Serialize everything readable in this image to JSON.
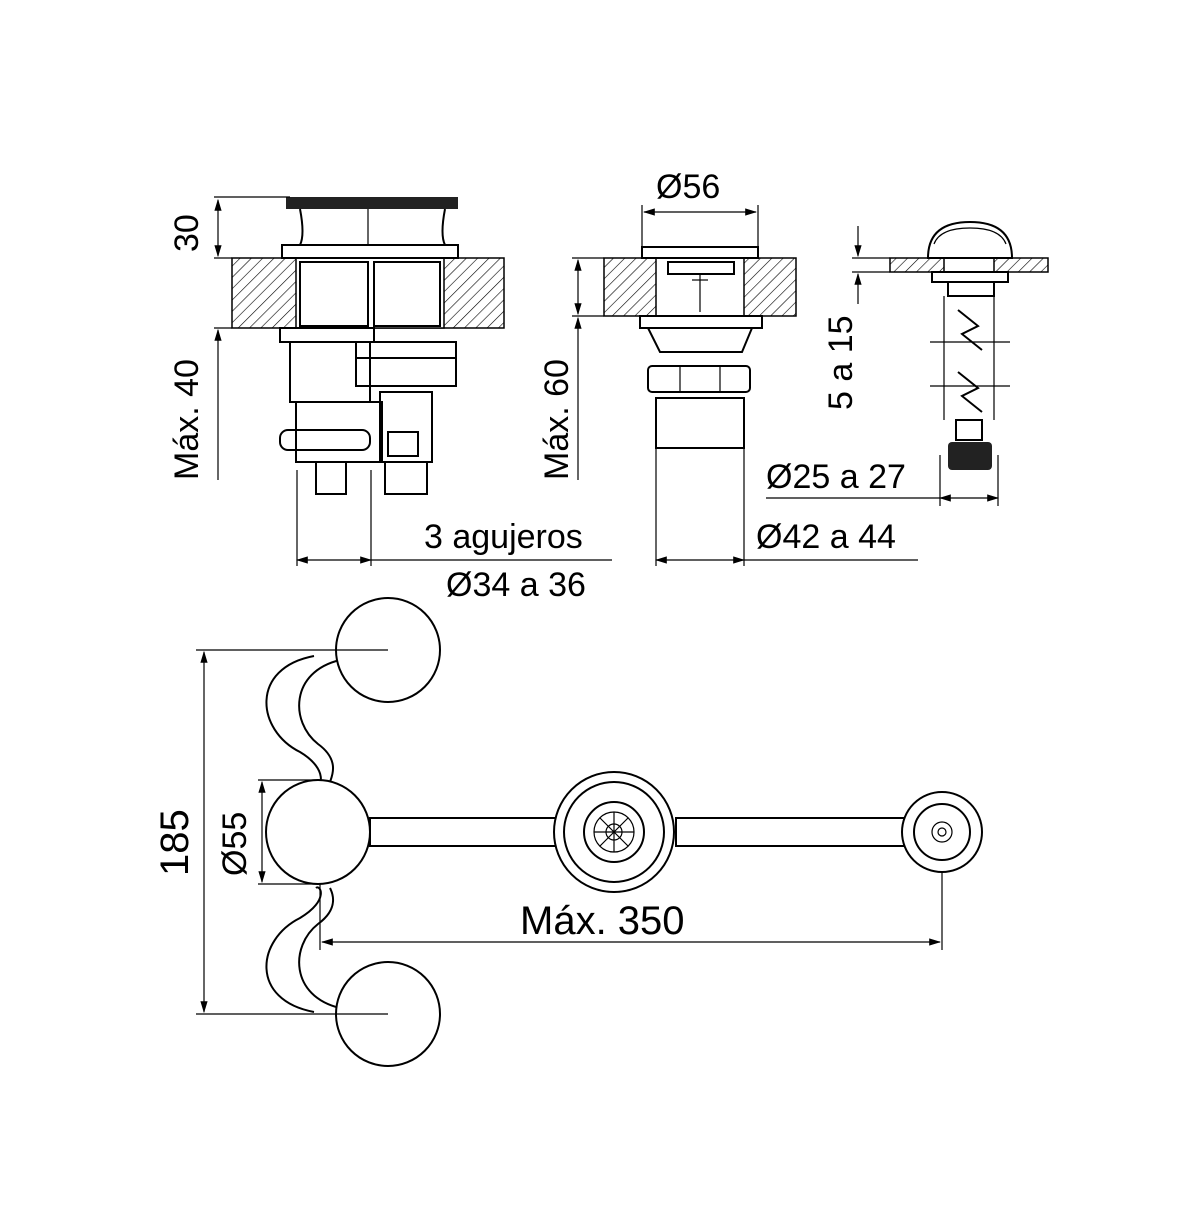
{
  "labels": {
    "h30": "30",
    "max40": "Máx. 40",
    "d56": "Ø56",
    "max60": "Máx. 60",
    "r5a15": "5 a 15",
    "d25a27": "Ø25 a 27",
    "d42a44": "Ø42 a 44",
    "agujeros": "3 agujeros",
    "d34a36": "Ø34 a 36",
    "h185": "185",
    "d55": "Ø55",
    "max350": "Máx. 350"
  }
}
